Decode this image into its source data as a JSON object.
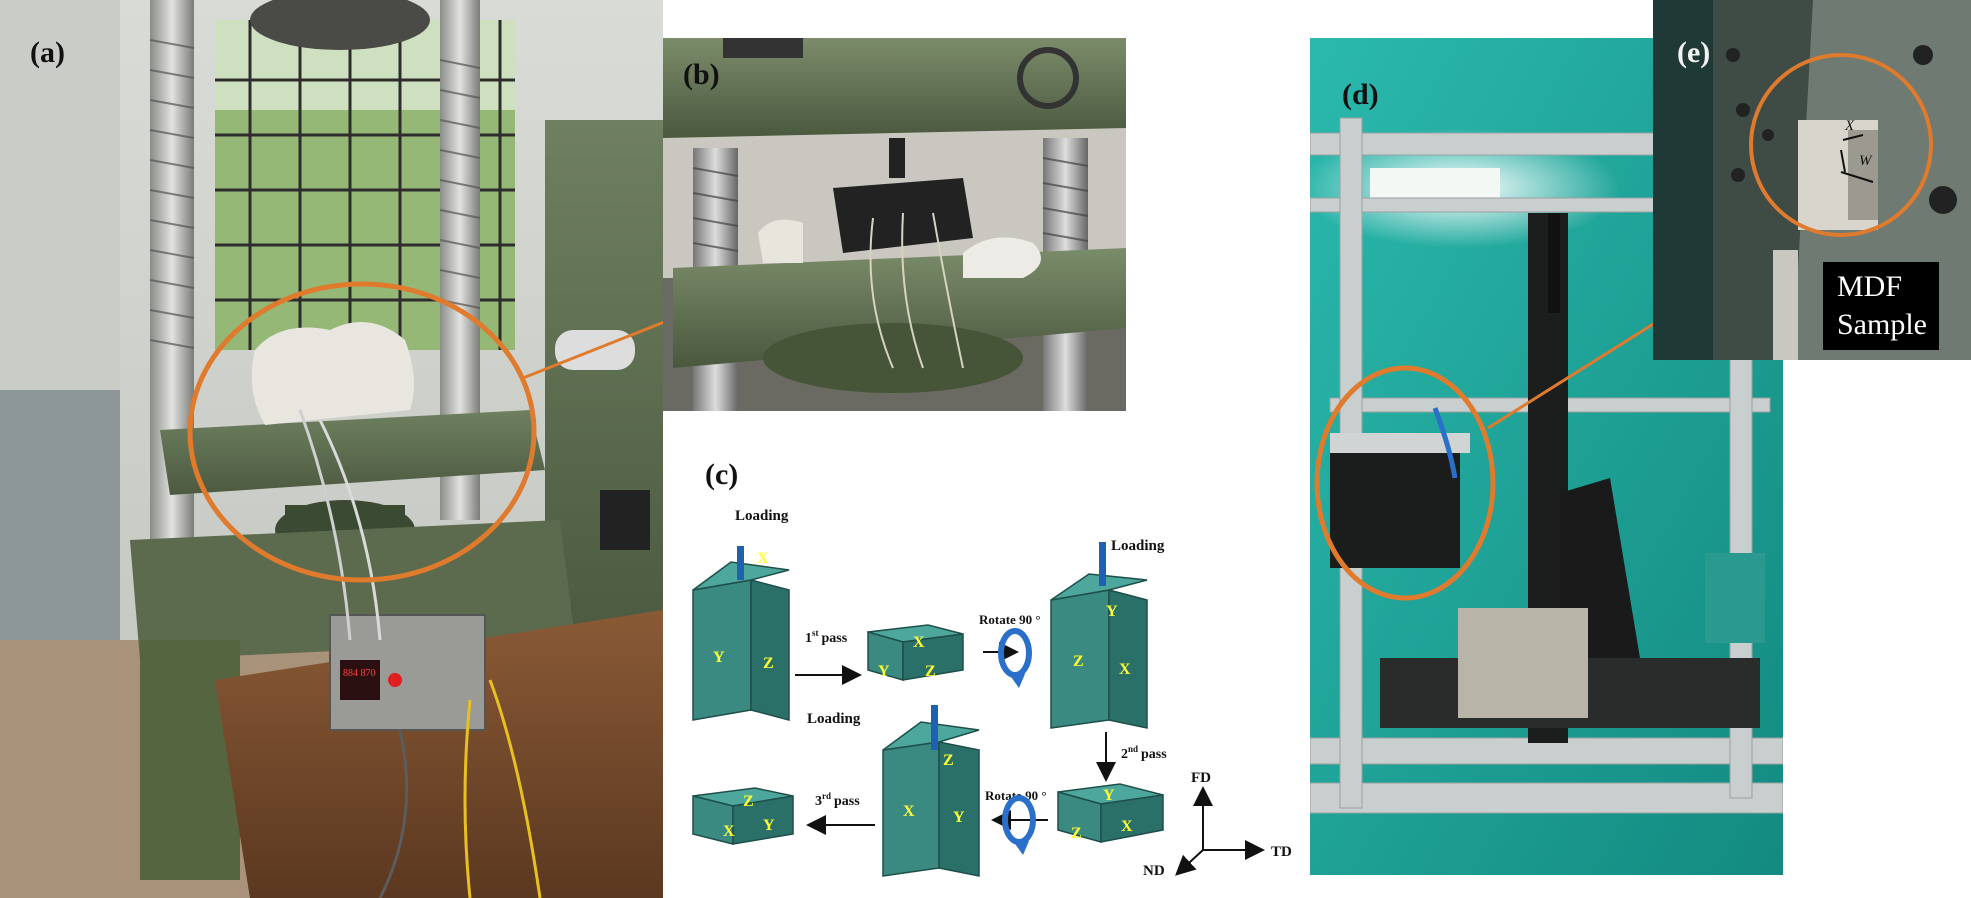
{
  "panels": {
    "a": {
      "label": "(a)"
    },
    "b": {
      "label": "(b)"
    },
    "c": {
      "label": "(c)"
    },
    "d": {
      "label": "(d)"
    },
    "e": {
      "label": "(e)"
    }
  },
  "diagram_c": {
    "loading": "Loading",
    "pass1": "1",
    "pass2": "2",
    "pass3": "3",
    "pass1_sup": "st",
    "pass2_sup": "nd",
    "pass3_sup": "rd",
    "pass_word": "pass",
    "rotate": "Rotate 90 °",
    "axis_fd": "FD",
    "axis_td": "TD",
    "axis_nd": "ND",
    "face_x": "X",
    "face_y": "Y",
    "face_z": "Z"
  },
  "panel_e": {
    "callout_line1": "MDF",
    "callout_line2": "Sample",
    "dim_x": "X",
    "dim_w": "W"
  },
  "display_reading": "884 870",
  "colors": {
    "highlight_circle": "#e07a2c",
    "block_fill": "#2f7f78",
    "face_letters": "#ffff33",
    "rotate_arrow": "#2a6fc9",
    "loading_rod": "#2060b0",
    "enclosure_wall": "#1aa89a"
  }
}
